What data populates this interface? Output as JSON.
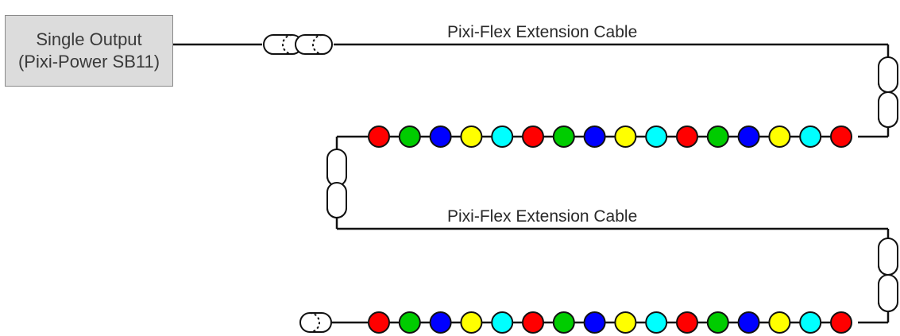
{
  "source_box": {
    "line1": "Single Output",
    "line2": "(Pixi-Power SB11)"
  },
  "cable_labels": {
    "first": "Pixi-Flex Extension Cable",
    "second": "Pixi-Flex Extension Cable"
  },
  "colors": {
    "red": "#ff0000",
    "green": "#00cc00",
    "blue": "#0000ff",
    "yellow": "#ffff00",
    "cyan": "#00ffff",
    "wire": "#111111",
    "box_fill": "#dcdcdc"
  },
  "led_strips": [
    {
      "name": "strip-1",
      "pixels": [
        "red",
        "green",
        "blue",
        "yellow",
        "cyan",
        "red",
        "green",
        "blue",
        "yellow",
        "cyan",
        "red",
        "green",
        "blue",
        "yellow",
        "cyan",
        "red"
      ]
    },
    {
      "name": "strip-2",
      "pixels": [
        "red",
        "green",
        "blue",
        "yellow",
        "cyan",
        "red",
        "green",
        "blue",
        "yellow",
        "cyan",
        "red",
        "green",
        "blue",
        "yellow",
        "cyan",
        "red"
      ]
    }
  ]
}
